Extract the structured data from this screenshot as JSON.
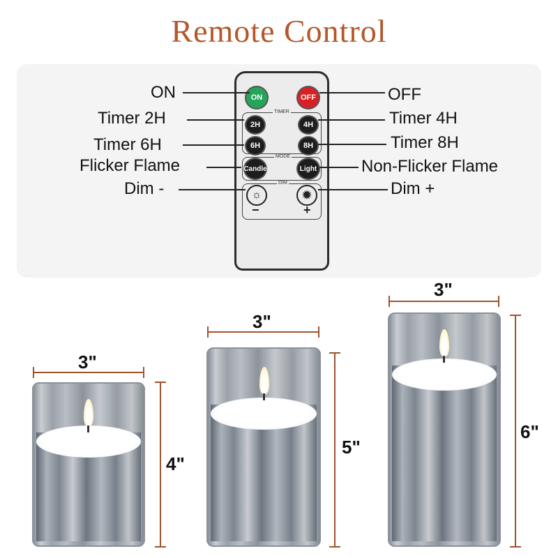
{
  "title": "Remote Control",
  "remote": {
    "on": "ON",
    "off": "OFF",
    "timer_section": "TIMER",
    "mode_section": "MODE",
    "dim_section": "DIM",
    "btn_2h": "2H",
    "btn_4h": "4H",
    "btn_6h": "6H",
    "btn_8h": "8H",
    "btn_candle": "Candle",
    "btn_light": "Light",
    "minus": "−",
    "plus": "+"
  },
  "labels": {
    "on": "ON",
    "off": "OFF",
    "timer_2h": "Timer 2H",
    "timer_4h": "Timer 4H",
    "timer_6h": "Timer 6H",
    "timer_8h": "Timer 8H",
    "flicker": "Flicker Flame",
    "non_flicker": "Non-Flicker Flame",
    "dim_minus": "Dim -",
    "dim_plus": "Dim +"
  },
  "candles": [
    {
      "width": "3\"",
      "height": "4\""
    },
    {
      "width": "3\"",
      "height": "5\""
    },
    {
      "width": "3\"",
      "height": "6\""
    }
  ],
  "colors": {
    "title": "#b5572a",
    "dimension_lines": "#a0522d",
    "on_button": "#25a55a",
    "off_button": "#d8202a"
  }
}
